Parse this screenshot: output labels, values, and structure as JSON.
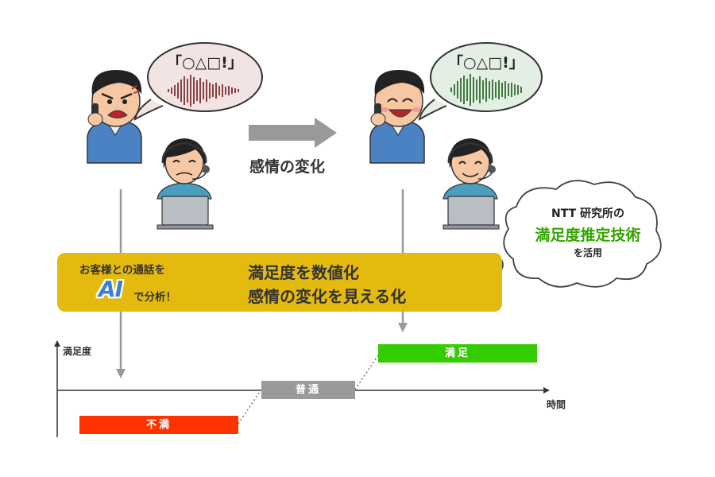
{
  "speech": {
    "before": "「○△□!」",
    "after": "「○△□!」"
  },
  "transition_label": "感情の変化",
  "banner": {
    "left_line1": "お客様との通話を",
    "ai": "AI",
    "left_line2_suffix": "で分析！",
    "right_line1": "満足度を数値化",
    "right_line2": "感情の変化を見える化"
  },
  "cloud": {
    "line1": "NTT 研究所の",
    "line2": "満足度推定技術",
    "line3": "を活用"
  },
  "graph": {
    "y_label": "満足度",
    "x_label": "時間",
    "levels": {
      "unsatisfied": "不満",
      "neutral": "普通",
      "satisfied": "満足"
    }
  },
  "colors": {
    "banner": "#e5ba0e",
    "unsatisfied": "#ff3300",
    "neutral": "#9a9a9a",
    "satisfied": "#33cc00",
    "wave_angry": "#6b1a1a",
    "wave_happy": "#1a5a1a",
    "highlight_green": "#33a600"
  }
}
